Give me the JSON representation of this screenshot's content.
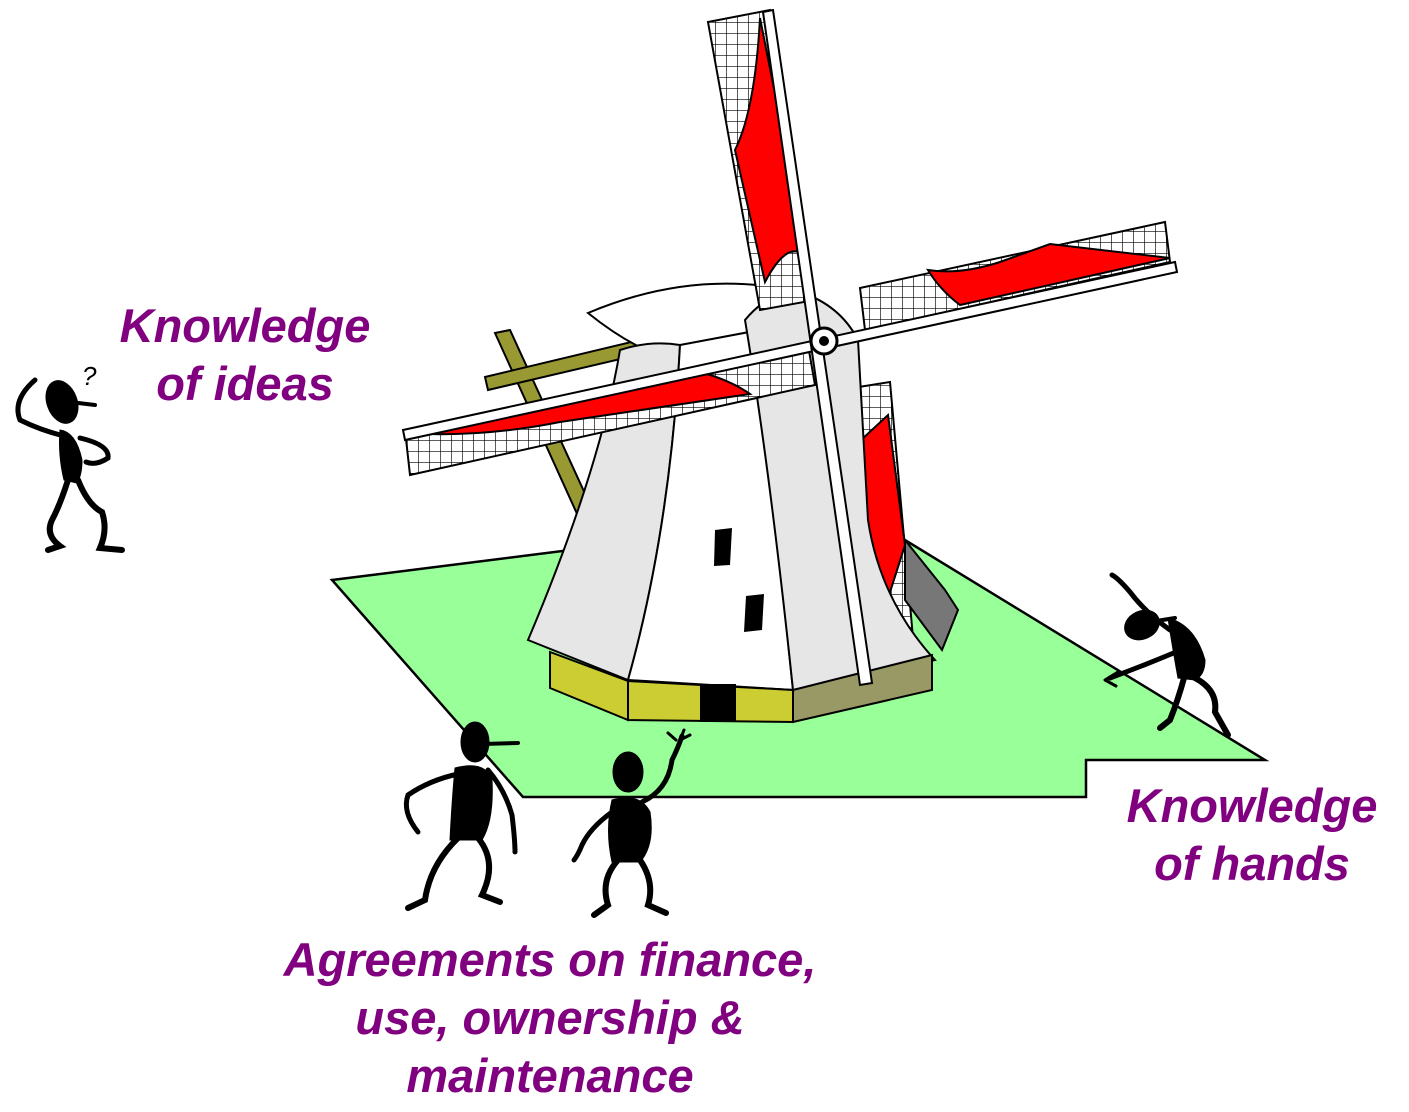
{
  "colors": {
    "caption": "#800080",
    "ground": "#99ff99",
    "sail": "#ff0000",
    "tower": "#ffffff",
    "tower_shade": "#e6e6e6",
    "base": "#cccc33",
    "base_dark": "#999966",
    "tail_pole": "#999933",
    "figure": "#000000"
  },
  "icons": {
    "windmill": "windmill-illustration",
    "thinker": "thinking-person-icon",
    "worker": "working-person-icon",
    "pair": "negotiating-people-icon"
  },
  "captions": {
    "ideas": {
      "line1": "Knowledge",
      "line2": "of ideas"
    },
    "hands": {
      "line1": "Knowledge",
      "line2": "of hands"
    },
    "agreements": {
      "line1": "Agreements on finance,",
      "line2": "use, ownership &",
      "line3": "maintenance"
    }
  },
  "thinker_mark": "?"
}
